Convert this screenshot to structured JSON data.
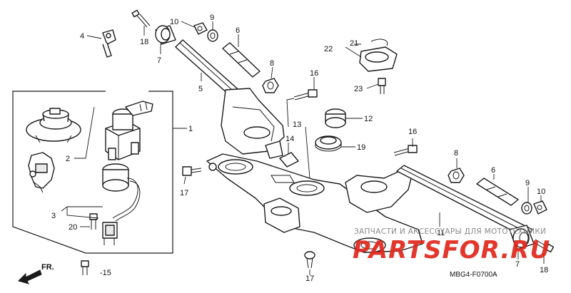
{
  "diagram": {
    "code_label": "MBG4-F0700A",
    "fr_label": "FR.",
    "colors": {
      "line": "#1a1a1a",
      "watermark": "#e0261b",
      "watermark_sub": "#8a8a8a"
    }
  },
  "watermark": {
    "subtitle": "ЗАПЧАСТИ И АКСЕССУАРЫ ДЛЯ МОТОТЕХНИКИ",
    "main": "PARTSFOR.RU"
  },
  "callouts": [
    {
      "id": "c4",
      "label": "4"
    },
    {
      "id": "c18a",
      "label": "18"
    },
    {
      "id": "c7a",
      "label": "7"
    },
    {
      "id": "c10a",
      "label": "10"
    },
    {
      "id": "c9a",
      "label": "9"
    },
    {
      "id": "c6a",
      "label": "6"
    },
    {
      "id": "c8a",
      "label": "8"
    },
    {
      "id": "c5",
      "label": "5"
    },
    {
      "id": "c16a",
      "label": "16"
    },
    {
      "id": "c21",
      "label": "21"
    },
    {
      "id": "c22",
      "label": "22"
    },
    {
      "id": "c23",
      "label": "23"
    },
    {
      "id": "c12",
      "label": "12"
    },
    {
      "id": "c13",
      "label": "13"
    },
    {
      "id": "c19",
      "label": "19"
    },
    {
      "id": "c14",
      "label": "14"
    },
    {
      "id": "c16b",
      "label": "16"
    },
    {
      "id": "c1",
      "label": "1"
    },
    {
      "id": "c2",
      "label": "2"
    },
    {
      "id": "c17a",
      "label": "17"
    },
    {
      "id": "c3",
      "label": "3"
    },
    {
      "id": "c20",
      "label": "20"
    },
    {
      "id": "c15",
      "label": "-15"
    },
    {
      "id": "c17b",
      "label": "17"
    },
    {
      "id": "c8b",
      "label": "8"
    },
    {
      "id": "c6b",
      "label": "6"
    },
    {
      "id": "c9b",
      "label": "9"
    },
    {
      "id": "c10b",
      "label": "10"
    },
    {
      "id": "c11",
      "label": "11"
    },
    {
      "id": "c7b",
      "label": "7"
    },
    {
      "id": "c18b",
      "label": "18"
    }
  ]
}
